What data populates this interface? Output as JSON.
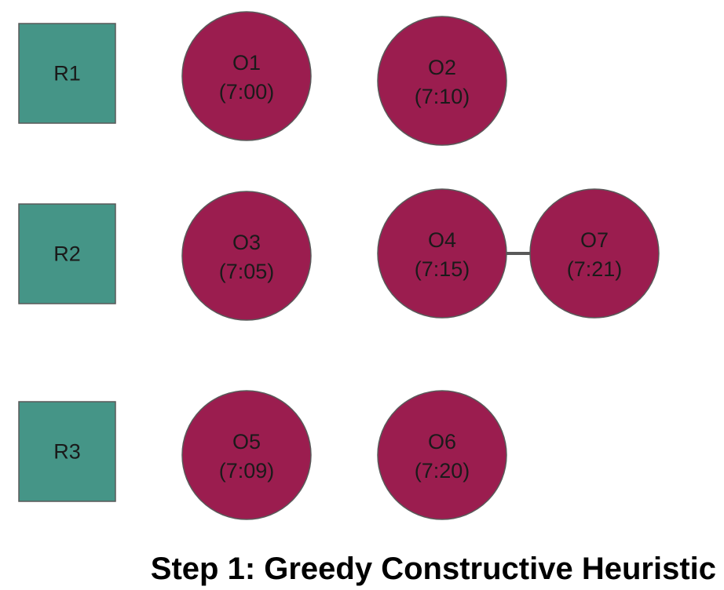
{
  "colors": {
    "resource_fill": "#459587",
    "order_fill": "#9b1d4f",
    "stroke": "#595959",
    "edge": "#595959"
  },
  "resources": [
    {
      "id": "r1",
      "label": "R1"
    },
    {
      "id": "r2",
      "label": "R2"
    },
    {
      "id": "r3",
      "label": "R3"
    }
  ],
  "orders": [
    {
      "id": "o1",
      "label": "O1",
      "time": "(7:00)"
    },
    {
      "id": "o2",
      "label": "O2",
      "time": "(7:10)"
    },
    {
      "id": "o3",
      "label": "O3",
      "time": "(7:05)"
    },
    {
      "id": "o4",
      "label": "O4",
      "time": "(7:15)"
    },
    {
      "id": "o7",
      "label": "O7",
      "time": "(7:21)"
    },
    {
      "id": "o5",
      "label": "O5",
      "time": "(7:09)"
    },
    {
      "id": "o6",
      "label": "O6",
      "time": "(7:20)"
    }
  ],
  "edges": [
    {
      "from": "o4",
      "to": "o7"
    }
  ],
  "caption": "Step 1: Greedy Constructive Heuristic"
}
